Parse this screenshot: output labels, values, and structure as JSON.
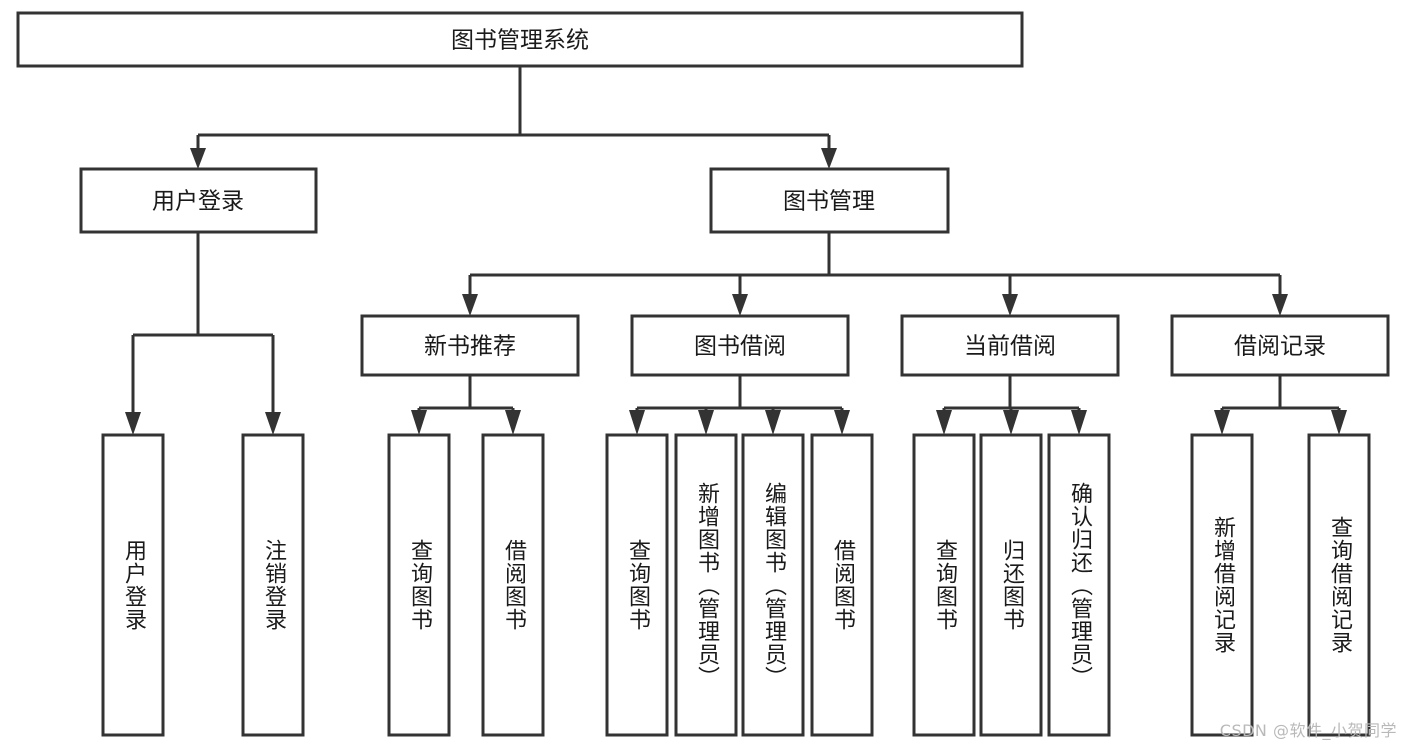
{
  "diagram": {
    "title": "图书管理系统",
    "type": "tree-hierarchy",
    "colors": {
      "background": "#ffffff",
      "box_stroke": "#333333",
      "connector": "#333333",
      "text": "#1a1a1a",
      "watermark": "#b9b9b9"
    },
    "root": {
      "label": "图书管理系统"
    },
    "level2": [
      {
        "label": "用户登录"
      },
      {
        "label": "图书管理"
      }
    ],
    "level3": [
      {
        "label": "新书推荐"
      },
      {
        "label": "图书借阅"
      },
      {
        "label": "当前借阅"
      },
      {
        "label": "借阅记录"
      }
    ],
    "leaves": {
      "user_login": [
        {
          "label": "用户登录"
        },
        {
          "label": "注销登录"
        }
      ],
      "new_book": [
        {
          "label": "查询图书"
        },
        {
          "label": "借阅图书"
        }
      ],
      "book_borrow": [
        {
          "label": "查询图书"
        },
        {
          "label": "新增图书（管理员）"
        },
        {
          "label": "编辑图书（管理员）"
        },
        {
          "label": "借阅图书"
        }
      ],
      "current_borrow": [
        {
          "label": "查询图书"
        },
        {
          "label": "归还图书"
        },
        {
          "label": "确认归还（管理员）"
        }
      ],
      "borrow_record": [
        {
          "label": "新增借阅记录"
        },
        {
          "label": "查询借阅记录"
        }
      ]
    },
    "watermark": "CSDN @软件_小贺同学"
  }
}
